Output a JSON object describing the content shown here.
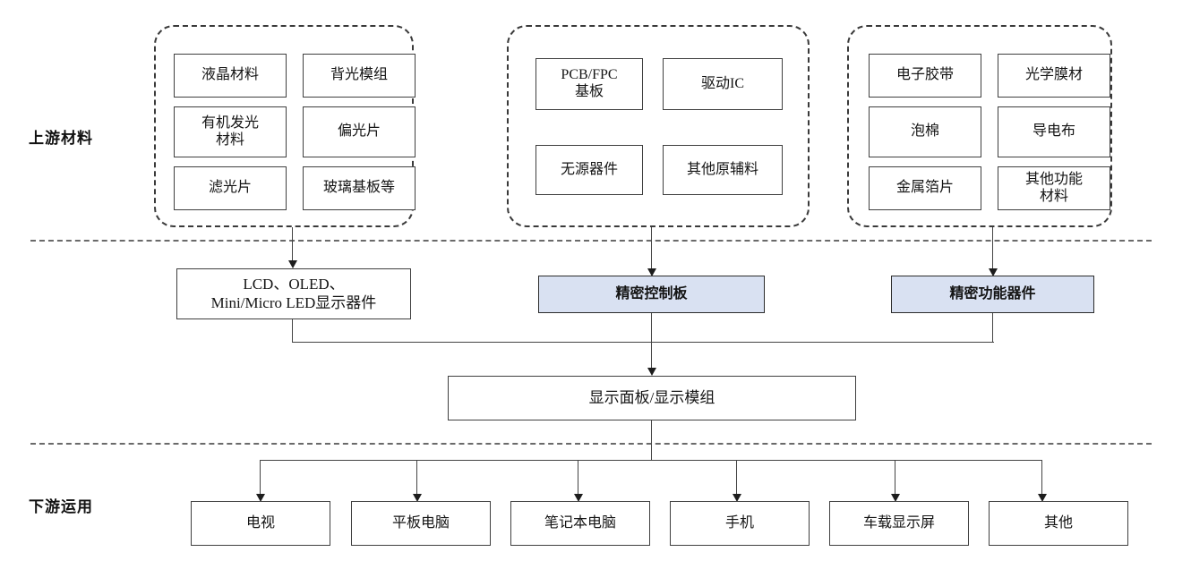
{
  "diagram": {
    "title": "Display industry chain diagram",
    "accent_fill": "#d9e1f2",
    "line_color": "#444444"
  },
  "tiers": [
    {
      "id": "upstream",
      "label": "上游材料"
    },
    {
      "id": "downstream",
      "label": "下游运用"
    }
  ],
  "upstream_groups": [
    {
      "id": "display-materials",
      "items": [
        "液晶材料",
        "背光模组",
        "有机发光\n材料",
        "偏光片",
        "滤光片",
        "玻璃基板等"
      ]
    },
    {
      "id": "control-board-materials",
      "items": [
        "PCB/FPC\n基板",
        "驱动IC",
        "无源器件",
        "其他原辅料"
      ]
    },
    {
      "id": "functional-materials",
      "items": [
        "电子胶带",
        "光学膜材",
        "泡棉",
        "导电布",
        "金属箔片",
        "其他功能\n材料"
      ]
    }
  ],
  "upstream_items": {
    "g1r1c1": "液晶材料",
    "g1r1c2": "背光模组",
    "g1r2c1a": "有机发光",
    "g1r2c1b": "材料",
    "g1r2c2": "偏光片",
    "g1r3c1": "滤光片",
    "g1r3c2": "玻璃基板等",
    "g2r1c1a": "PCB/FPC",
    "g2r1c1b": "基板",
    "g2r1c2": "驱动IC",
    "g2r2c1": "无源器件",
    "g2r2c2": "其他原辅料",
    "g3r1c1": "电子胶带",
    "g3r1c2": "光学膜材",
    "g3r2c1": "泡棉",
    "g3r2c2": "导电布",
    "g3r3c1": "金属箔片",
    "g3r3c2a": "其他功能",
    "g3r3c2b": "材料"
  },
  "midstream": {
    "display_device_line1": "LCD、OLED、",
    "display_device_line2": "Mini/Micro LED显示器件",
    "control_board": "精密控制板",
    "functional_device": "精密功能器件",
    "panel_module": "显示面板/显示模组"
  },
  "downstream_items": [
    "电视",
    "平板电脑",
    "笔记本电脑",
    "手机",
    "车载显示屏",
    "其他"
  ],
  "downstream": {
    "i0": "电视",
    "i1": "平板电脑",
    "i2": "笔记本电脑",
    "i3": "手机",
    "i4": "车载显示屏",
    "i5": "其他"
  }
}
